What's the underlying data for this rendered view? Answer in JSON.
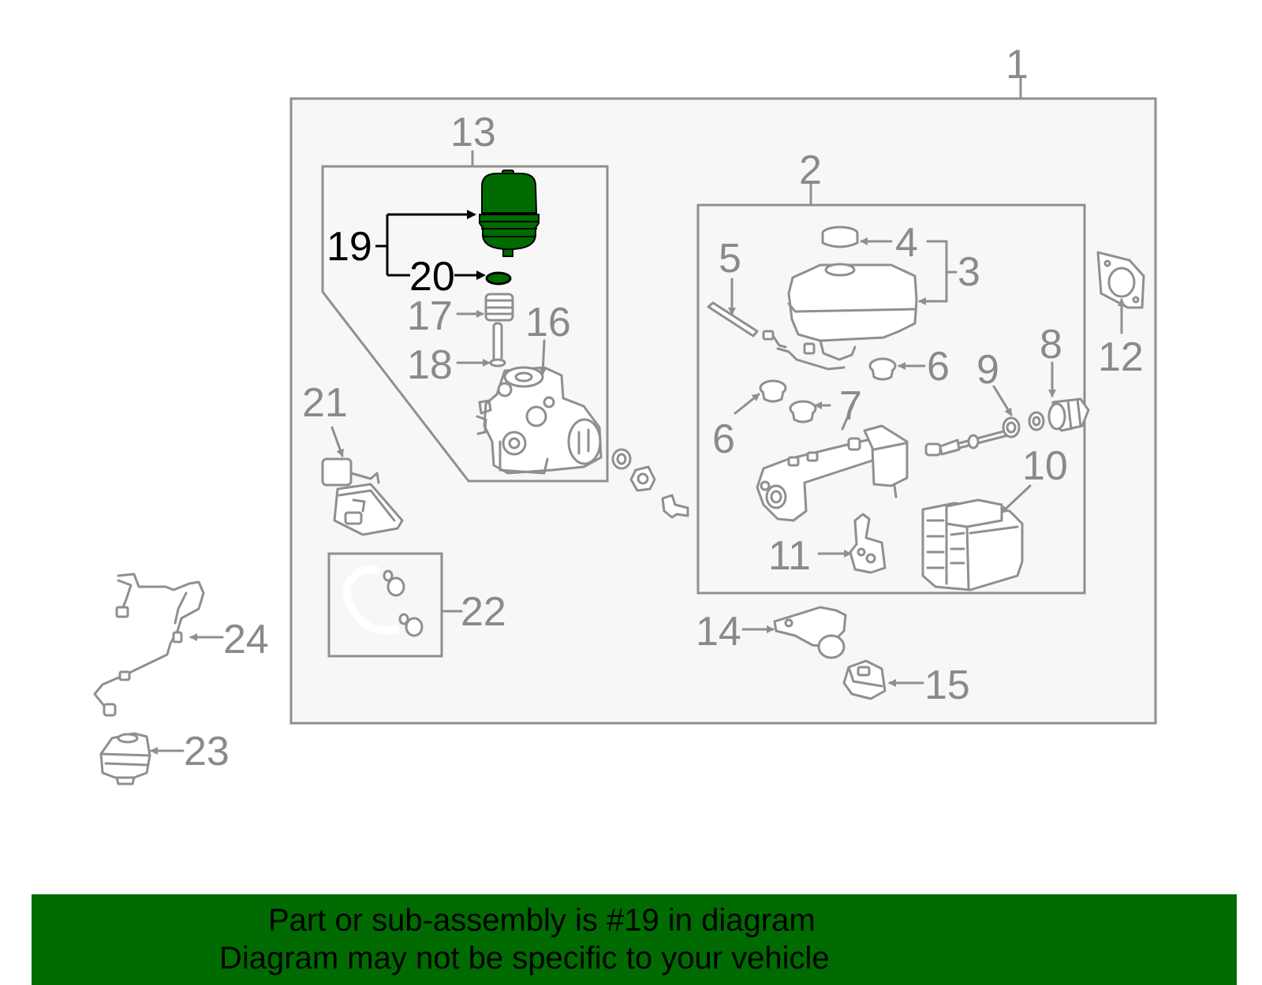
{
  "colors": {
    "line_gray": "#8f8f8f",
    "label_gray": "#8a8a8a",
    "highlight_part": "#006b00",
    "banner_bg": "#006b00",
    "background": "#f7f7f7"
  },
  "callouts": {
    "c1": "1",
    "c2": "2",
    "c3": "3",
    "c4": "4",
    "c5": "5",
    "c6a": "6",
    "c6b": "6",
    "c7": "7",
    "c8": "8",
    "c9": "9",
    "c10": "10",
    "c11": "11",
    "c12": "12",
    "c13": "13",
    "c14": "14",
    "c15": "15",
    "c16": "16",
    "c17": "17",
    "c18": "18",
    "c19": "19",
    "c20": "20",
    "c21": "21",
    "c22": "22",
    "c23": "23",
    "c24": "24"
  },
  "highlighted_part": "19",
  "banner": {
    "line1": "Part or sub-assembly is #19 in diagram",
    "line2": "Diagram may not be specific to your vehicle"
  }
}
